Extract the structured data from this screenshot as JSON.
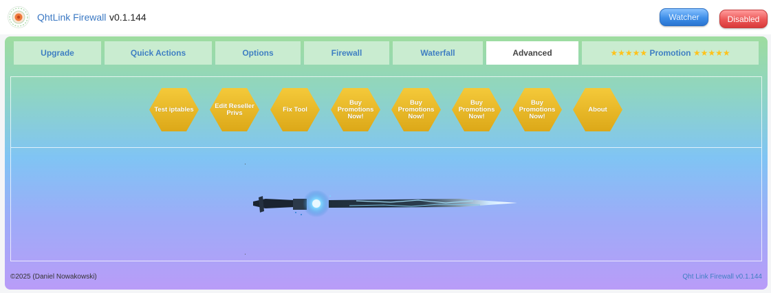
{
  "header": {
    "app_name": "QhtLink Firewall",
    "version": "v0.1.144",
    "watcher_label": "Watcher",
    "disabled_label": "Disabled",
    "logo_icon": "firewall-logo-icon"
  },
  "tabs": [
    {
      "label": "Upgrade",
      "active": false
    },
    {
      "label": "Quick Actions",
      "active": false
    },
    {
      "label": "Options",
      "active": false
    },
    {
      "label": "Firewall",
      "active": false
    },
    {
      "label": "Waterfall",
      "active": false
    },
    {
      "label": "Advanced",
      "active": true
    },
    {
      "label": "Promotion",
      "stars_left": "★★★★★",
      "stars_right": "★★★★★",
      "active": false
    }
  ],
  "actions": [
    {
      "label": "Test iptables"
    },
    {
      "label": "Edit Reseller Privs"
    },
    {
      "label": "Fix Tool"
    },
    {
      "label": "Buy Promotions Now!"
    },
    {
      "label": "Buy Promotions Now!"
    },
    {
      "label": "Buy Promotions Now!"
    },
    {
      "label": "Buy Promotions Now!"
    },
    {
      "label": "About"
    }
  ],
  "footer": {
    "copyright": "©2025 (Daniel Nowakowski)",
    "product_version": "Qht Link Firewall v0.1.144"
  },
  "colors": {
    "accent": "#3f7fc2",
    "hex_button": "#e8b726",
    "watcher_button": "#3e8ee8",
    "disabled_button": "#ec5656",
    "promo_stars": "#ffc21a"
  }
}
